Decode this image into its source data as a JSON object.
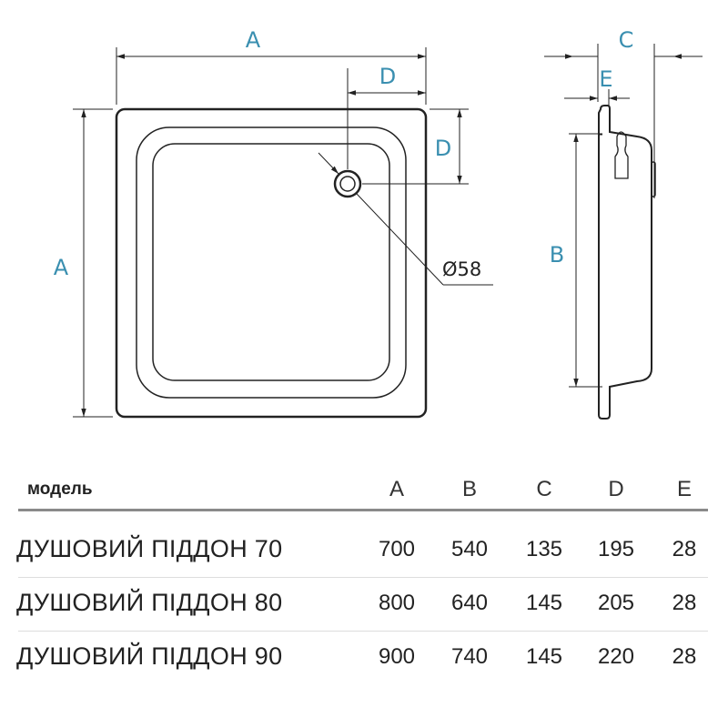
{
  "diagram": {
    "top_view": {
      "label_a_top": "A",
      "label_a_left": "A",
      "label_d_top": "D",
      "label_d_right": "D",
      "drain_label": "Ø58"
    },
    "side_view": {
      "label_c": "C",
      "label_e": "E",
      "label_b": "B"
    }
  },
  "table": {
    "headers": [
      "модель",
      "A",
      "B",
      "C",
      "D",
      "E"
    ],
    "rows": [
      {
        "model": "ДУШОВИЙ ПІДДОН 70",
        "values": [
          "700",
          "540",
          "135",
          "195",
          "28"
        ]
      },
      {
        "model": "ДУШОВИЙ ПІДДОН 80",
        "values": [
          "800",
          "640",
          "145",
          "205",
          "28"
        ]
      },
      {
        "model": "ДУШОВИЙ ПІДДОН 90",
        "values": [
          "900",
          "740",
          "145",
          "220",
          "28"
        ]
      }
    ]
  },
  "colors": {
    "dimension_label": "#3a8fb0",
    "line": "#222222"
  }
}
